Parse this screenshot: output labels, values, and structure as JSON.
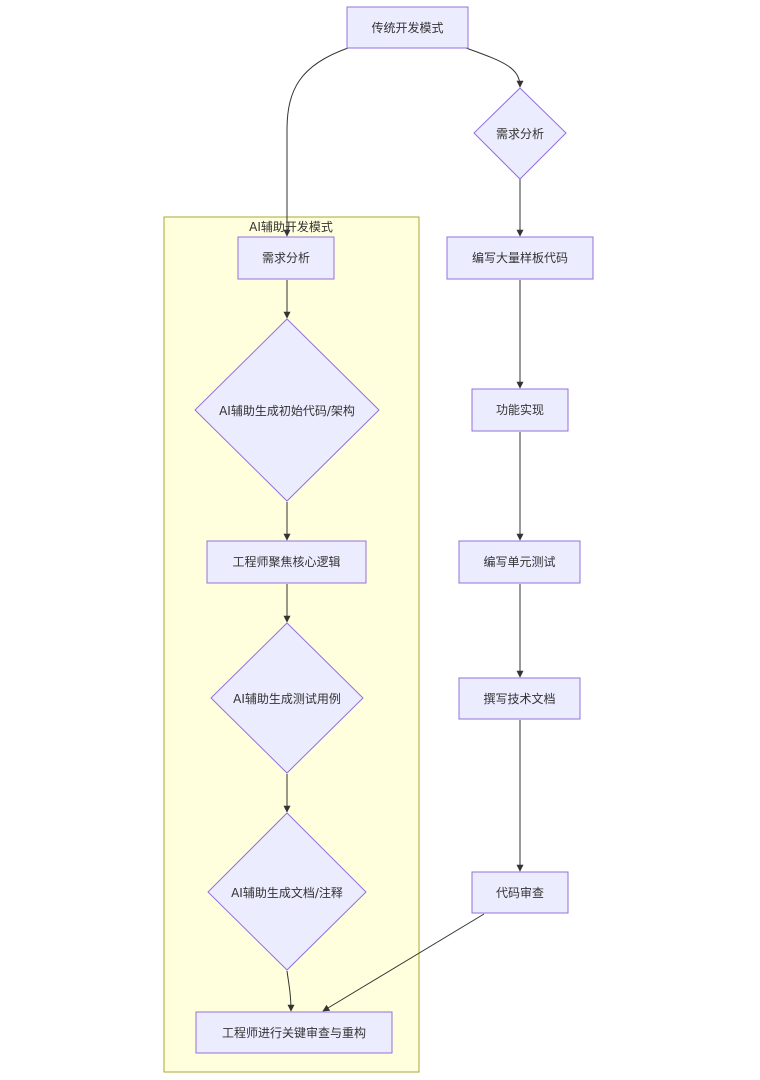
{
  "diagram": {
    "type": "flowchart",
    "direction": "TB",
    "colors": {
      "node_fill": "#ECECFF",
      "node_stroke": "#9370DB",
      "cluster_fill": "#ffffde",
      "cluster_stroke": "#aaaa33",
      "edge": "#333333",
      "text": "#333333"
    },
    "nodes": {
      "traditional_root": {
        "label": "传统开发模式",
        "shape": "rect"
      },
      "t_requirements": {
        "label": "需求分析",
        "shape": "diamond"
      },
      "t_boilerplate": {
        "label": "编写大量样板代码",
        "shape": "rect"
      },
      "t_implementation": {
        "label": "功能实现",
        "shape": "rect"
      },
      "t_unit_tests": {
        "label": "编写单元测试",
        "shape": "rect"
      },
      "t_tech_docs": {
        "label": "撰写技术文档",
        "shape": "rect"
      },
      "t_code_review": {
        "label": "代码审查",
        "shape": "rect"
      },
      "ai_requirements": {
        "label": "需求分析",
        "shape": "rect"
      },
      "ai_gen_code": {
        "label": "AI辅助生成初始代码/架构",
        "shape": "diamond"
      },
      "ai_core_logic": {
        "label": "工程师聚焦核心逻辑",
        "shape": "rect"
      },
      "ai_gen_tests": {
        "label": "AI辅助生成测试用例",
        "shape": "diamond"
      },
      "ai_gen_docs": {
        "label": "AI辅助生成文档/注释",
        "shape": "diamond"
      },
      "ai_review_refactor": {
        "label": "工程师进行关键审查与重构",
        "shape": "rect"
      }
    },
    "clusters": {
      "ai_mode": {
        "label": "AI辅助开发模式"
      }
    },
    "edges": [
      {
        "from": "traditional_root",
        "to": "ai_requirements"
      },
      {
        "from": "traditional_root",
        "to": "t_requirements"
      },
      {
        "from": "t_requirements",
        "to": "t_boilerplate"
      },
      {
        "from": "t_boilerplate",
        "to": "t_implementation"
      },
      {
        "from": "t_implementation",
        "to": "t_unit_tests"
      },
      {
        "from": "t_unit_tests",
        "to": "t_tech_docs"
      },
      {
        "from": "t_tech_docs",
        "to": "t_code_review"
      },
      {
        "from": "t_code_review",
        "to": "ai_review_refactor"
      },
      {
        "from": "ai_requirements",
        "to": "ai_gen_code"
      },
      {
        "from": "ai_gen_code",
        "to": "ai_core_logic"
      },
      {
        "from": "ai_core_logic",
        "to": "ai_gen_tests"
      },
      {
        "from": "ai_gen_tests",
        "to": "ai_gen_docs"
      },
      {
        "from": "ai_gen_docs",
        "to": "ai_review_refactor"
      }
    ]
  }
}
